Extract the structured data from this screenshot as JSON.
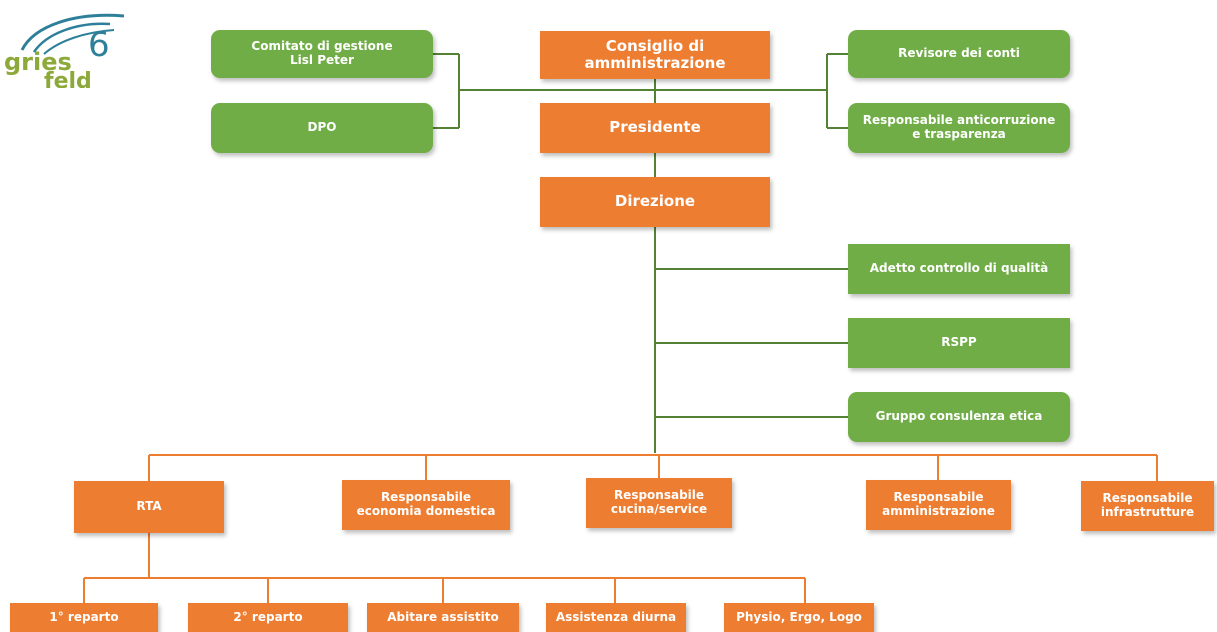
{
  "logo": {
    "word1": "gries",
    "word2": "feld",
    "numeral": "6",
    "wordColor": "#8CA93A",
    "swooshColor": "#2E7F9A"
  },
  "colors": {
    "orange": "#ED7D31",
    "green": "#70AD47",
    "connector_orange": "#ED7D31",
    "connector_green": "#548235"
  },
  "nodes": {
    "consiglio": "Consiglio di\namministrazione",
    "presidente": "Presidente",
    "direzione": "Direzione",
    "comitato": "Comitato di gestione\nLisl Peter",
    "dpo": "DPO",
    "revisore": "Revisore dei conti",
    "anticorruzione": "Responsabile anticorruzione\ne trasparenza",
    "qualita": "Adetto controllo di qualità",
    "rspp": "RSPP",
    "etica": "Gruppo consulenza etica",
    "rta": "RTA",
    "economia": "Responsabile\neconomia domestica",
    "cucina": "Responsabile\ncucina/service",
    "amministrazione": "Responsabile\namministrazione",
    "infrastrutture": "Responsabile\ninfrastrutture",
    "reparto1": "1° reparto",
    "reparto2": "2° reparto",
    "abitare": "Abitare assistito",
    "diurna": "Assistenza diurna",
    "physio": "Physio, Ergo, Logo"
  }
}
